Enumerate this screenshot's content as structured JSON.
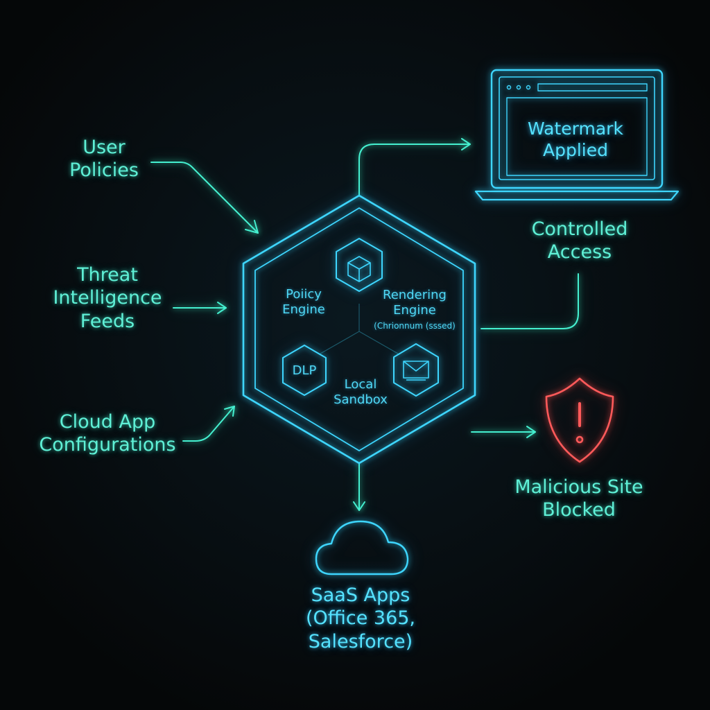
{
  "colors": {
    "accent_cyan": "#3ed6ff",
    "accent_teal": "#45f0d0",
    "alert_red": "#ff5a5a",
    "background": "#050708"
  },
  "inputs": {
    "user_policies": [
      "User",
      "Policies"
    ],
    "threat_feeds": [
      "Threat",
      "Intelligence",
      "Feeds"
    ],
    "cloud_config": [
      "Cloud App",
      "Configurations"
    ]
  },
  "engine": {
    "policy_engine": [
      "Poiicy",
      "Engine"
    ],
    "rendering_engine": [
      "Rendering",
      "Engine"
    ],
    "rendering_note": "(Chrionnum (sssed)",
    "dlp": "DLP",
    "local_sandbox": [
      "Local",
      "Sandbox"
    ]
  },
  "outputs": {
    "watermark": [
      "Watermark",
      "Applied"
    ],
    "controlled_access": [
      "Controlled",
      "Access"
    ],
    "malicious_blocked": [
      "Malicious Site",
      "Blocked"
    ],
    "saas_apps": [
      "SaaS Apps",
      "(Office 365,",
      "Salesforce)"
    ]
  },
  "icons": {
    "laptop": "laptop-icon",
    "cube": "cube-icon",
    "envelope": "envelope-icon",
    "shield": "shield-alert-icon",
    "cloud": "cloud-icon"
  }
}
